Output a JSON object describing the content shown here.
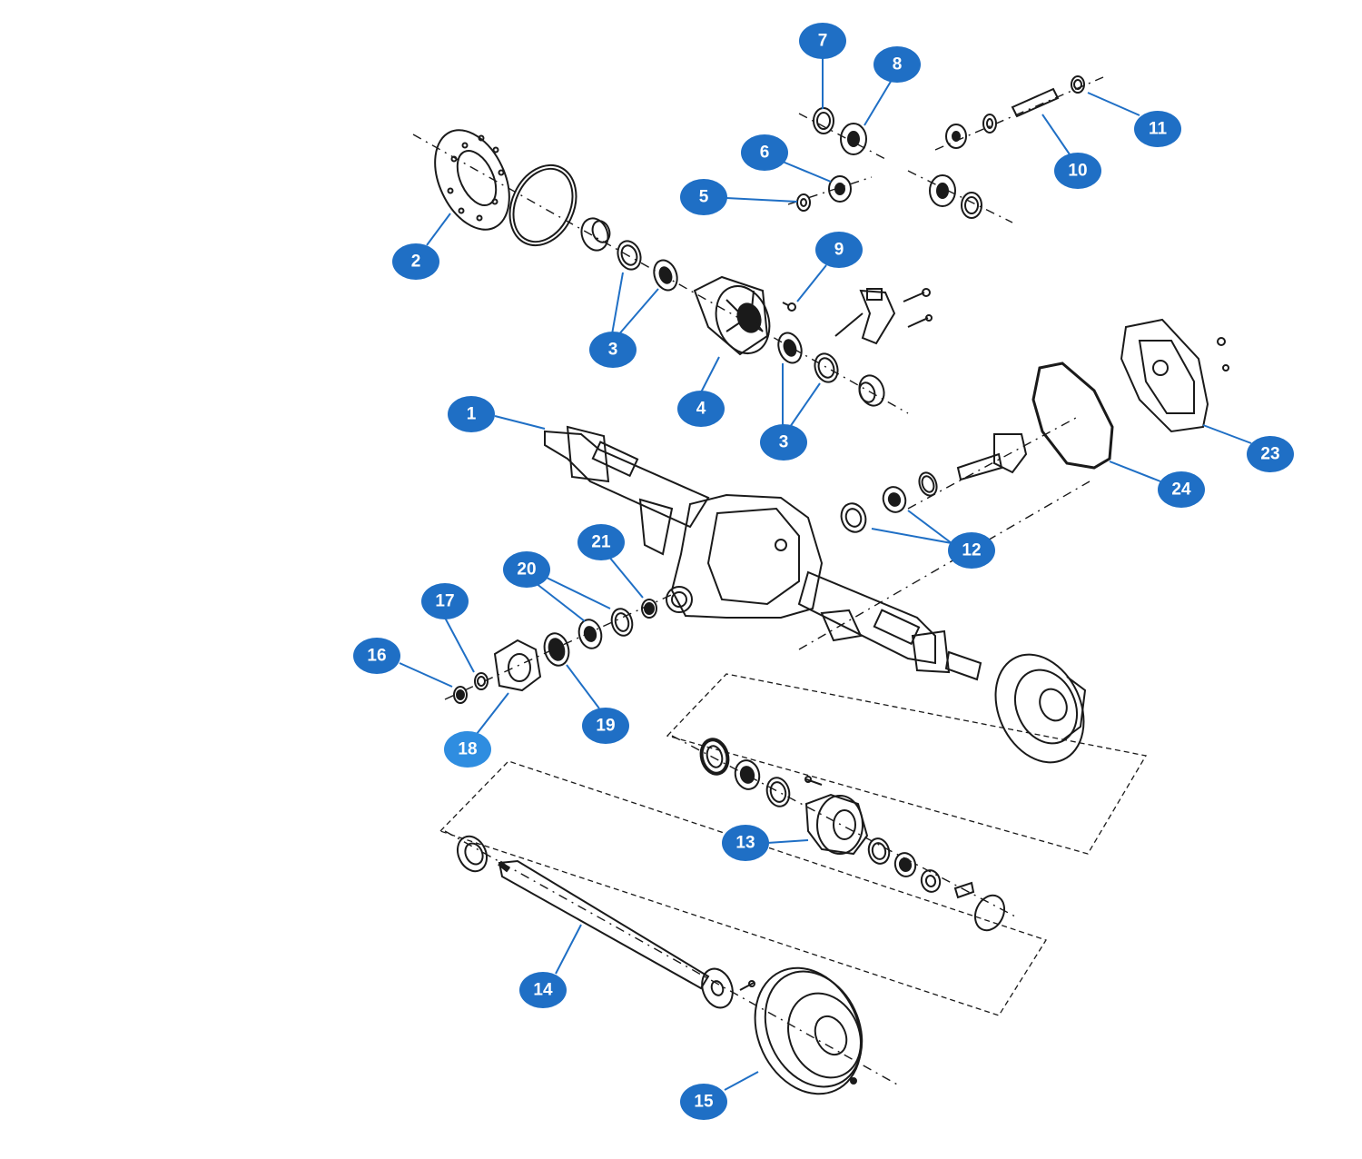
{
  "diagram": {
    "callout_fill": "#1f6fc5",
    "callout_fill_light": "#2f8de0",
    "leader_color": "#1f6fc5",
    "line_color": "#1a1a1a",
    "callouts": [
      {
        "id": "c1",
        "label": "1"
      },
      {
        "id": "c2",
        "label": "2"
      },
      {
        "id": "c3a",
        "label": "3"
      },
      {
        "id": "c3b",
        "label": "3"
      },
      {
        "id": "c4",
        "label": "4"
      },
      {
        "id": "c5",
        "label": "5"
      },
      {
        "id": "c6",
        "label": "6"
      },
      {
        "id": "c7",
        "label": "7"
      },
      {
        "id": "c8",
        "label": "8"
      },
      {
        "id": "c9",
        "label": "9"
      },
      {
        "id": "c10",
        "label": "10"
      },
      {
        "id": "c11",
        "label": "11"
      },
      {
        "id": "c12",
        "label": "12"
      },
      {
        "id": "c13",
        "label": "13"
      },
      {
        "id": "c14",
        "label": "14"
      },
      {
        "id": "c15",
        "label": "15"
      },
      {
        "id": "c16",
        "label": "16"
      },
      {
        "id": "c17",
        "label": "17"
      },
      {
        "id": "c18",
        "label": "18"
      },
      {
        "id": "c19",
        "label": "19"
      },
      {
        "id": "c20",
        "label": "20"
      },
      {
        "id": "c21",
        "label": "21"
      },
      {
        "id": "c23",
        "label": "23"
      },
      {
        "id": "c24",
        "label": "24"
      }
    ]
  }
}
